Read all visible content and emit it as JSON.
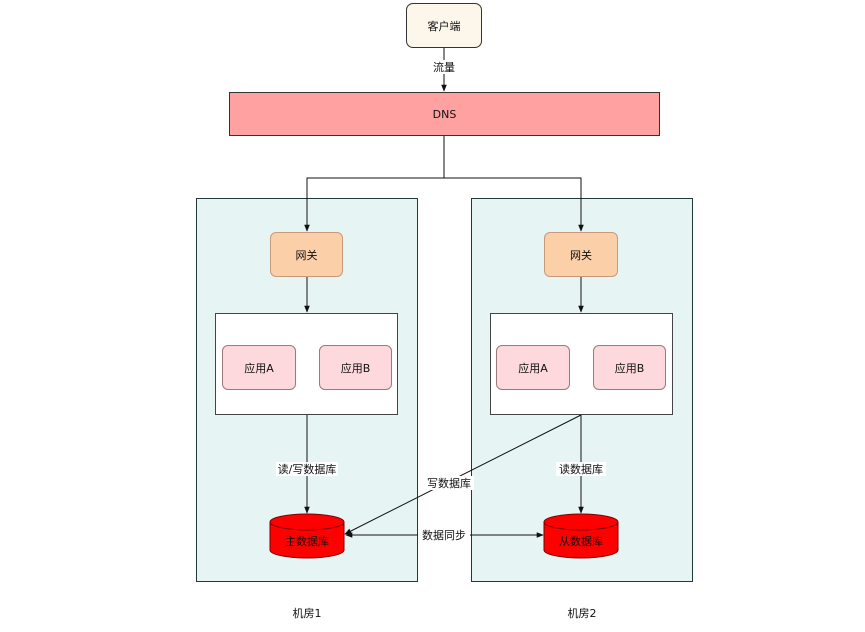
{
  "client": {
    "label": "客户端"
  },
  "edge_traffic": {
    "label": "流量"
  },
  "dns": {
    "label": "DNS"
  },
  "rooms": [
    {
      "name": "机房1",
      "gateway": "网关",
      "apps": [
        "应用A",
        "应用B"
      ],
      "db_edge_label": "读/写数据库",
      "db_label": "主数据库"
    },
    {
      "name": "机房2",
      "gateway": "网关",
      "apps": [
        "应用A",
        "应用B"
      ],
      "db_edge_label": "读数据库",
      "db_label": "从数据库"
    }
  ],
  "edge_write_db": {
    "label": "写数据库"
  },
  "edge_sync": {
    "label": "数据同步"
  },
  "colors": {
    "room_fill": "#e6f5f3",
    "dns_fill": "#ffa1a1",
    "gateway_fill": "#fbcfa8",
    "app_fill": "#fdd8dc",
    "client_fill": "#fdf6ea",
    "db_fill": "#ff0000"
  }
}
